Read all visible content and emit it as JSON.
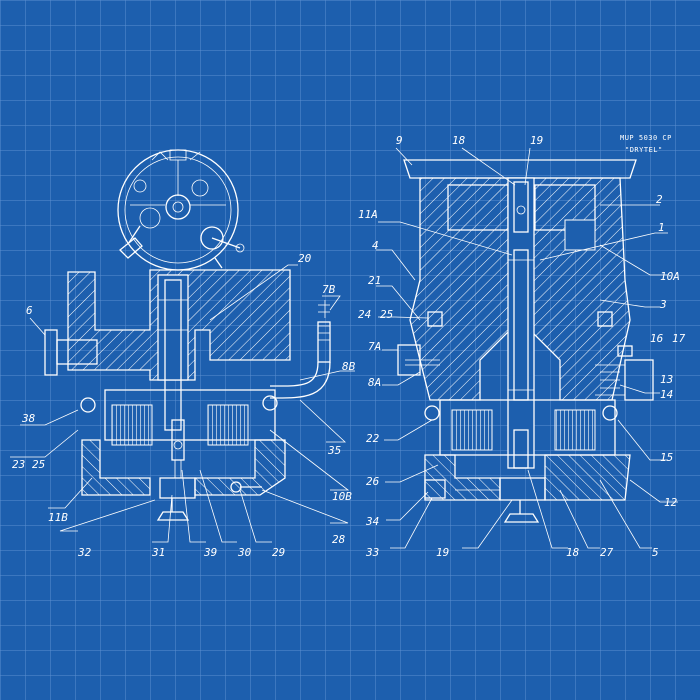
{
  "title_block": {
    "model": "MUP 5030 CP",
    "maker": "\"DRYTEL\""
  },
  "colors": {
    "background": "#1d5fae",
    "grid": "#5b8fd0",
    "lines": "#ffffff"
  },
  "left_view": {
    "callouts": [
      "20",
      "7B",
      "6",
      "8B",
      "38",
      "35",
      "23",
      "25",
      "10B",
      "11B",
      "28",
      "32",
      "31",
      "39",
      "30",
      "29"
    ]
  },
  "right_view": {
    "callouts": [
      "9",
      "18",
      "19",
      "2",
      "11A",
      "1",
      "4",
      "10A",
      "21",
      "3",
      "24",
      "25",
      "16",
      "17",
      "7A",
      "13",
      "8A",
      "14",
      "22",
      "15",
      "26",
      "12",
      "34",
      "33",
      "19",
      "18",
      "27",
      "5"
    ]
  }
}
